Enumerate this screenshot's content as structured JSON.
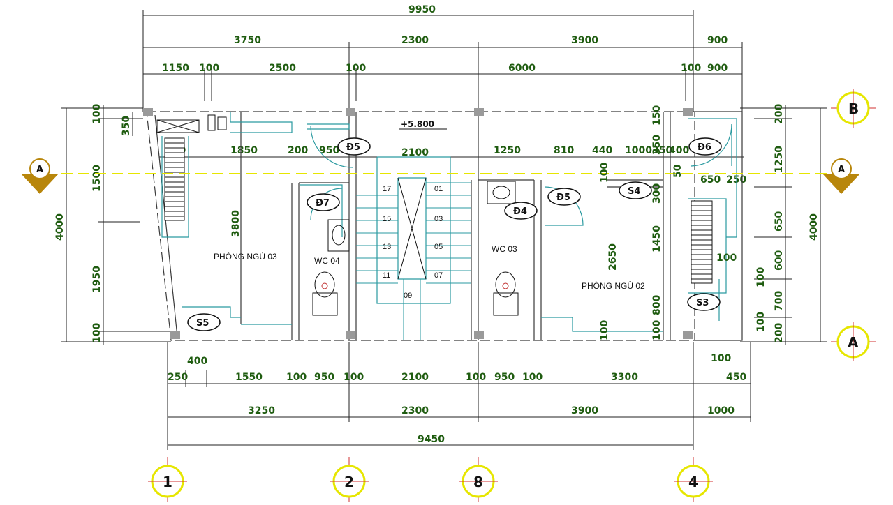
{
  "dims_top": {
    "overall": "9950",
    "seg1": "3750",
    "seg2": "2300",
    "seg3": "3900",
    "seg4": "900",
    "r3": [
      "1150",
      "100",
      "2500",
      "100",
      "6000",
      "100",
      "900"
    ]
  },
  "dims_inner": [
    "500",
    "1850",
    "200",
    "950",
    "2100",
    "1250",
    "810",
    "440",
    "1000",
    "350",
    "400",
    "650",
    "250"
  ],
  "dims_bottom": {
    "r1": [
      "250",
      "1550",
      "100",
      "950",
      "100",
      "2100",
      "100",
      "950",
      "100",
      "3300",
      "100",
      "450"
    ],
    "r0": "400",
    "r2": [
      "3250",
      "2300",
      "3900",
      "1000"
    ],
    "overall": "9450"
  },
  "dims_left": {
    "overall": "4000",
    "segs": [
      "100",
      "1500",
      "1950",
      "100"
    ],
    "small": "350"
  },
  "dims_right": {
    "overall": "4000",
    "segs": [
      "200",
      "1250",
      "650",
      "600",
      "700",
      "200"
    ],
    "small": [
      "100",
      "100"
    ]
  },
  "dims_interior_v": [
    "3800",
    "150",
    "350",
    "50",
    "100",
    "300",
    "1450",
    "2650",
    "800",
    "100",
    "100",
    "100"
  ],
  "dims_interior_h": [
    "100"
  ],
  "level": "+5.800",
  "rooms": {
    "bed3": "PHÒNG NGỦ 03",
    "bed2": "PHÒNG NGỦ 02",
    "wc4": "WC 04",
    "wc3": "WC 03"
  },
  "tags": {
    "d5a": "Đ5",
    "d6": "Đ6",
    "d7": "Đ7",
    "d4": "Đ4",
    "d5b": "Đ5",
    "s4": "S4",
    "s3": "S3",
    "s5": "S5"
  },
  "stairs": [
    "17",
    "15",
    "13",
    "11",
    "09",
    "01",
    "03",
    "05",
    "07"
  ],
  "grid_cols": [
    "1",
    "2",
    "8",
    "4"
  ],
  "grid_rows": [
    "B",
    "A"
  ],
  "section": [
    "A",
    "A"
  ]
}
